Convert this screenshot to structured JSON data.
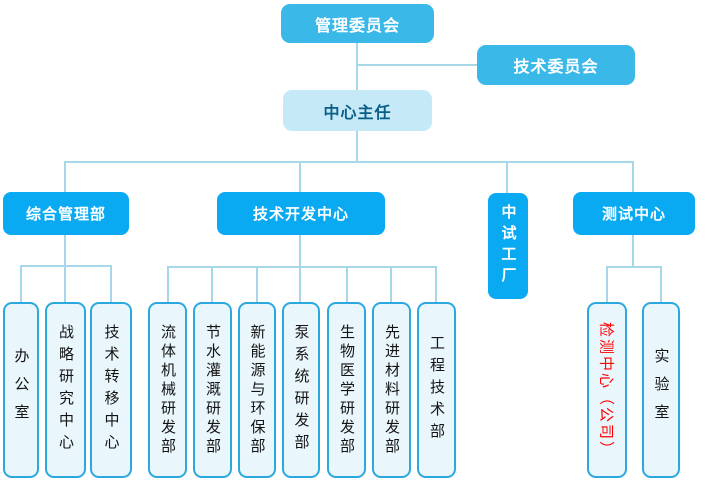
{
  "org": {
    "management_committee": "管理委员会",
    "technical_committee": "技术委员会",
    "center_director": "中心主任",
    "general_admin_dept": "综合管理部",
    "tech_dev_center": "技术开发中心",
    "pilot_plant": "中试工厂",
    "testing_center": "测试中心",
    "admin_children": [
      "办公室",
      "战略研究中心",
      "技术转移中心"
    ],
    "tech_children": [
      "流体机械研发部",
      "节水灌溉研发部",
      "新能源与环保部",
      "泵系统研发部",
      "生物医学研发部",
      "先进材料研发部",
      "工程技术部"
    ],
    "testing_children": [
      "检测中心（公司）",
      "实验室"
    ]
  },
  "colors": {
    "committee_blue": "#3ab9e9",
    "department_blue": "#0aaaf2",
    "director_fill": "#c6e9f7",
    "director_text": "#0a5d87",
    "leaf_fill": "#e9f6fc",
    "leaf_border": "#2ba9de",
    "leaf_text": "#141414",
    "highlight_red": "#fe0000",
    "connector_line": "#a6d8ea"
  }
}
